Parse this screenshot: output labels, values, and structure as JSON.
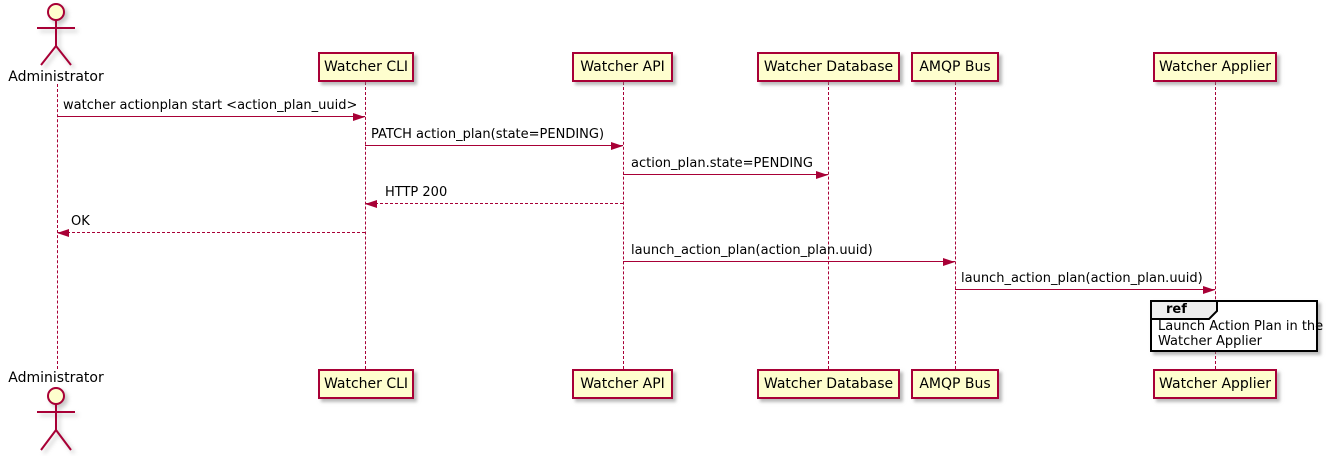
{
  "diagram": {
    "type": "sequence-diagram",
    "actor": {
      "label": "Administrator"
    },
    "participants": [
      {
        "id": "watcher-cli",
        "label": "Watcher CLI"
      },
      {
        "id": "watcher-api",
        "label": "Watcher API"
      },
      {
        "id": "watcher-database",
        "label": "Watcher Database"
      },
      {
        "id": "amqp-bus",
        "label": "AMQP Bus"
      },
      {
        "id": "watcher-applier",
        "label": "Watcher Applier"
      }
    ],
    "messages": [
      {
        "label": "watcher actionplan start <action_plan_uuid>",
        "from": "Administrator",
        "to": "Watcher CLI",
        "line": "solid",
        "direction": "right"
      },
      {
        "label": "PATCH action_plan(state=PENDING)",
        "from": "Watcher CLI",
        "to": "Watcher API",
        "line": "solid",
        "direction": "right"
      },
      {
        "label": "action_plan.state=PENDING",
        "from": "Watcher API",
        "to": "Watcher Database",
        "line": "solid",
        "direction": "right"
      },
      {
        "label": "HTTP 200",
        "from": "Watcher API",
        "to": "Watcher CLI",
        "line": "dashed",
        "direction": "left"
      },
      {
        "label": "OK",
        "from": "Watcher CLI",
        "to": "Administrator",
        "line": "dashed",
        "direction": "left"
      },
      {
        "label": "launch_action_plan(action_plan.uuid)",
        "from": "Watcher API",
        "to": "AMQP Bus",
        "line": "solid",
        "direction": "right"
      },
      {
        "label": "launch_action_plan(action_plan.uuid)",
        "from": "AMQP Bus",
        "to": "Watcher Applier",
        "line": "solid",
        "direction": "right"
      }
    ],
    "ref": {
      "tag": "ref",
      "line1": "Launch Action Plan in the",
      "line2": "Watcher Applier"
    },
    "colors": {
      "accent": "#A80036",
      "participant_fill": "#FEFECE",
      "ref_header_fill": "#EEEEEE",
      "text": "#000000",
      "background": "#FFFFFF"
    }
  }
}
